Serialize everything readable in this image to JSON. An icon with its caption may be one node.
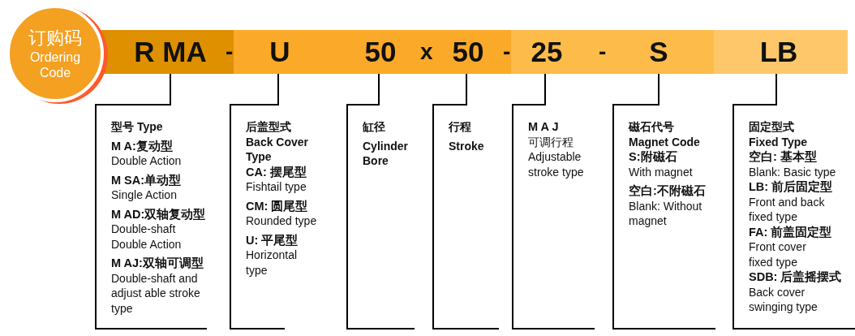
{
  "diagram": {
    "nodes": [
      {
        "text": [
          "订购码",
          "Ordering Code"
        ]
      },
      {
        "text": [
          "R MA"
        ]
      },
      {
        "text": [
          "U"
        ]
      },
      {
        "text": [
          "50"
        ]
      },
      {
        "text": [
          "50"
        ]
      },
      {
        "text": [
          "25"
        ]
      },
      {
        "text": [
          "S"
        ]
      },
      {
        "text": [
          "LB"
        ]
      },
      {
        "text": [
          "型号 Type",
          "M A:复动型",
          "Double Action",
          "M SA:单动型",
          "Single Action",
          "M AD:双轴复动型",
          "Double-shaft Double Action",
          "M AJ:双轴可调型",
          "Double-shaft and adjust able stroke type"
        ]
      },
      {
        "text": [
          "后盖型式",
          "Back Cover Type",
          "CA: 摆尾型",
          "Fishtail type",
          "CM: 圆尾型",
          "Rounded type",
          "U: 平尾型",
          "Horizontal type"
        ]
      },
      {
        "text": [
          "缸径",
          "Cylinder Bore"
        ]
      },
      {
        "text": [
          "行程",
          "Stroke"
        ]
      },
      {
        "text": [
          "M A J",
          "可调行程",
          "Adjustable stroke type"
        ]
      },
      {
        "text": [
          "磁石代号",
          "Magnet Code",
          "S:附磁石",
          "With magnet",
          "空白:不附磁石",
          "Blank: Without magnet"
        ]
      },
      {
        "text": [
          "固定型式",
          "Fixed Type",
          "空白: 基本型",
          "Blank: Basic type",
          "LB: 前后固定型",
          "Front and back fixed type",
          "FA: 前盖固定型",
          "Front cover fixed type",
          "SDB: 后盖摇摆式",
          "Back cover swinging type"
        ]
      }
    ],
    "edges": [
      {
        "from": 1,
        "to": 8,
        "arrow": "none"
      },
      {
        "from": 2,
        "to": 9,
        "arrow": "none"
      },
      {
        "from": 3,
        "to": 10,
        "arrow": "none"
      },
      {
        "from": 4,
        "to": 11,
        "arrow": "none"
      },
      {
        "from": 5,
        "to": 12,
        "arrow": "none"
      },
      {
        "from": 6,
        "to": 13,
        "arrow": "none"
      },
      {
        "from": 7,
        "to": 14,
        "arrow": "none"
      }
    ],
    "labels": [
      "-",
      "x",
      "-",
      "-"
    ]
  }
}
